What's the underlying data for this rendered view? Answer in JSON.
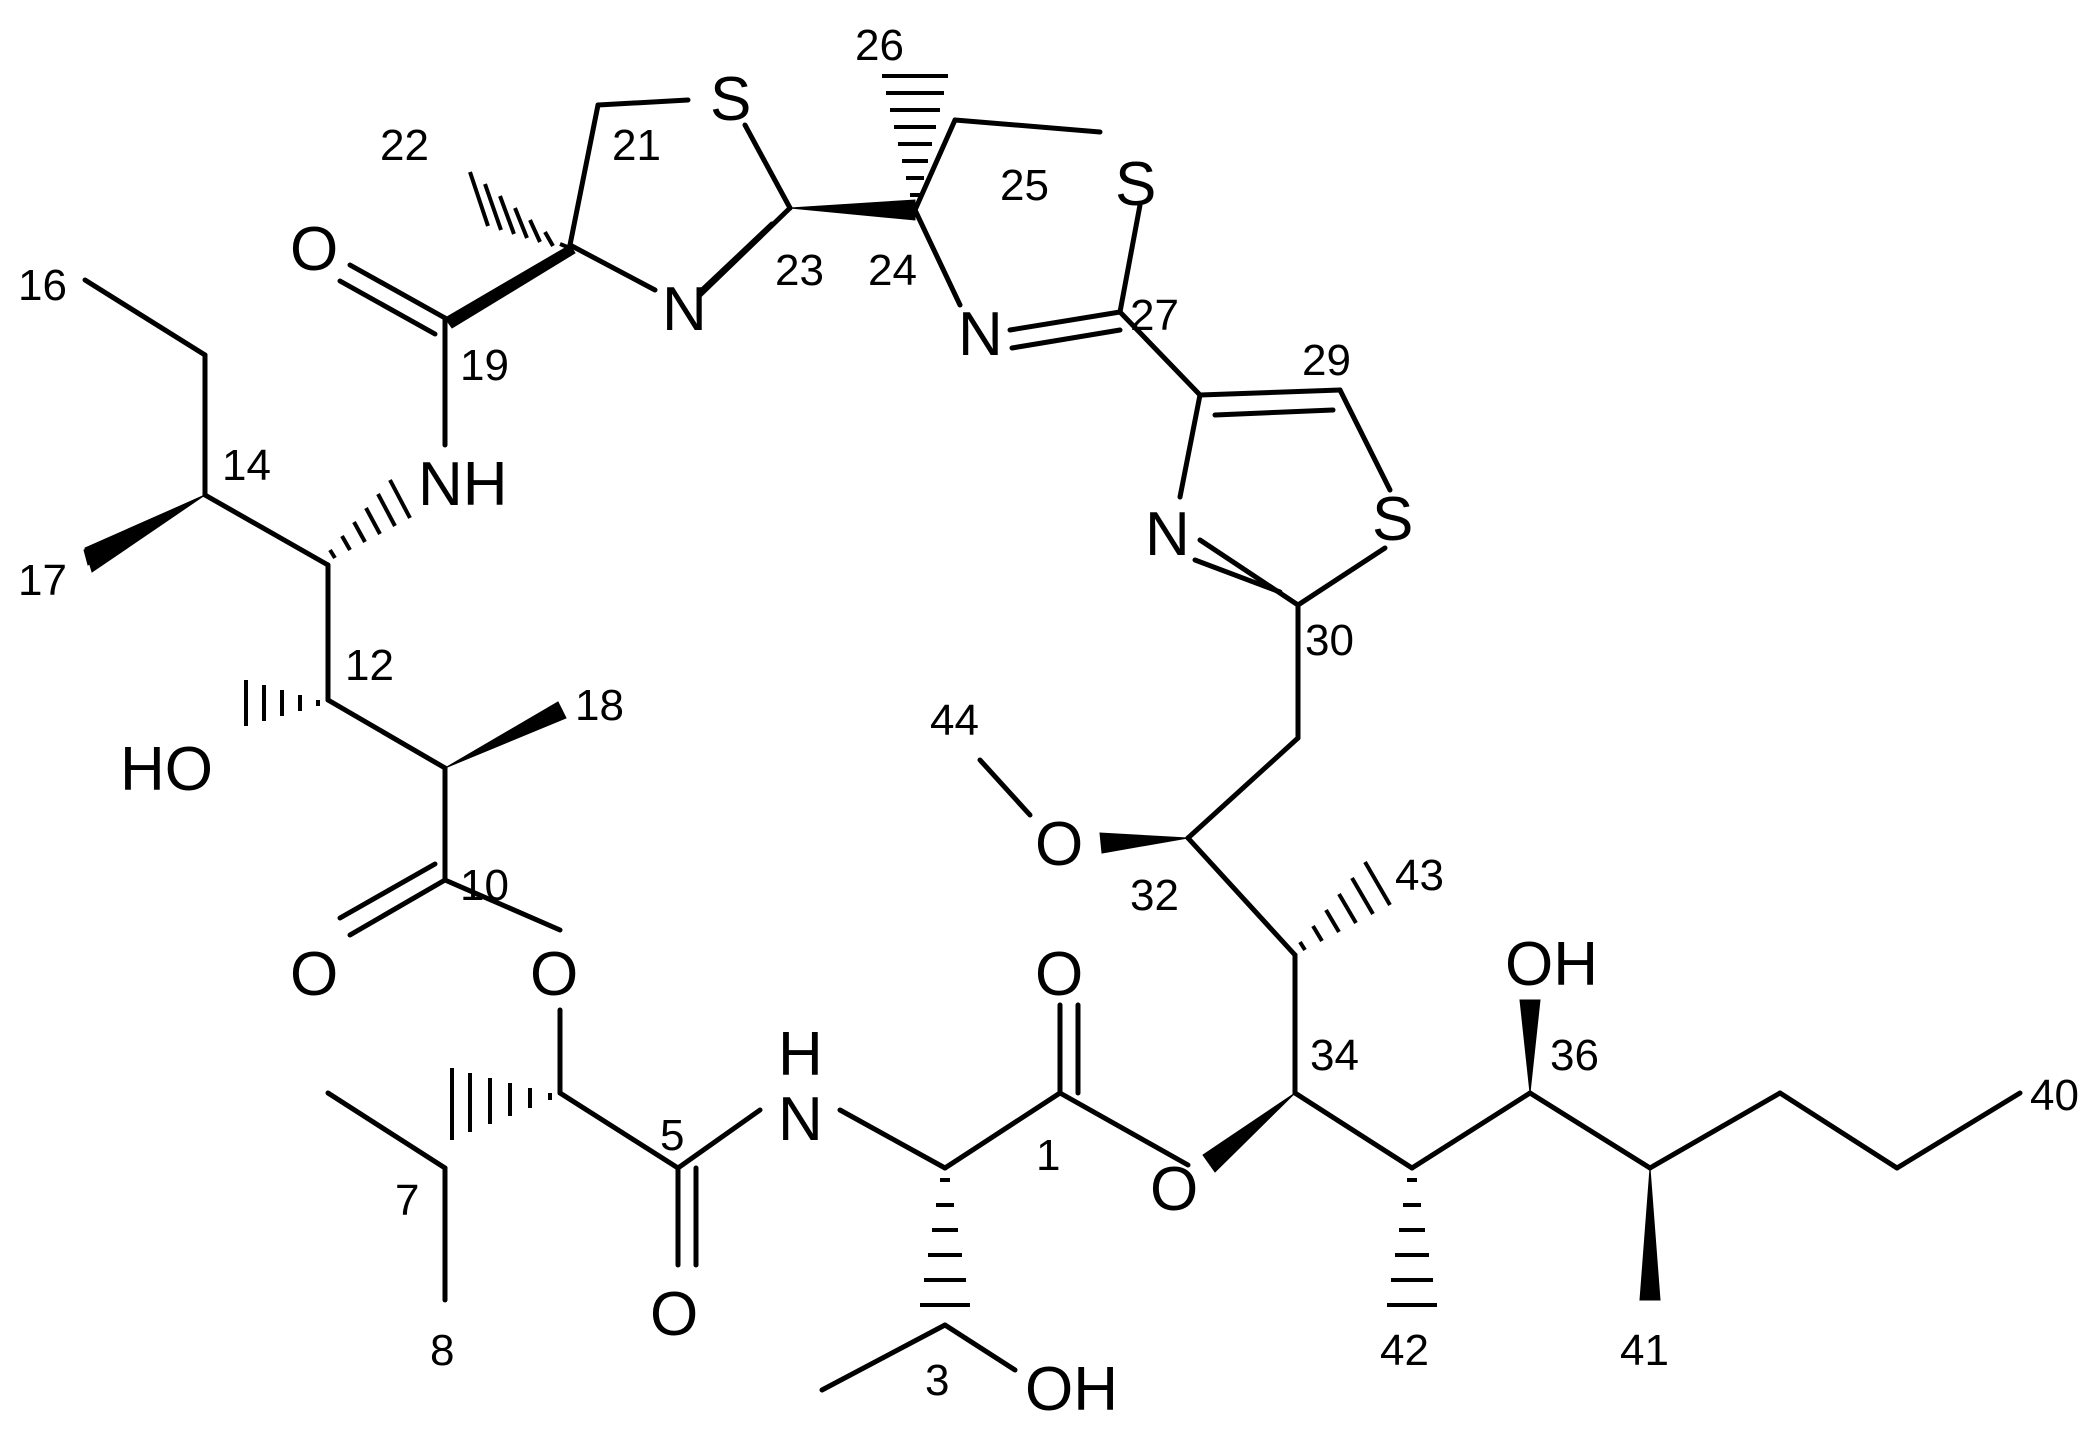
{
  "atoms": {
    "S1": "S",
    "S2": "S",
    "S3": "S",
    "N23": "N",
    "N27": "N",
    "N30": "N",
    "O19": "O",
    "NH19": "NH",
    "HO12": "HO",
    "O10a": "O",
    "O10b": "O",
    "H5": "H",
    "N5": "N",
    "O5": "O",
    "O1a": "O",
    "O1b": "O",
    "O32": "O",
    "OH36": "OH",
    "OH3": "OH"
  },
  "numbers": {
    "n1": "1",
    "n3": "3",
    "n5": "5",
    "n7": "7",
    "n8": "8",
    "n10": "10",
    "n12": "12",
    "n14": "14",
    "n16": "16",
    "n17": "17",
    "n18": "18",
    "n19": "19",
    "n21": "21",
    "n22": "22",
    "n23": "23",
    "n24": "24",
    "n25": "25",
    "n26": "26",
    "n27": "27",
    "n29": "29",
    "n30": "30",
    "n32": "32",
    "n34": "34",
    "n36": "36",
    "n40": "40",
    "n41": "41",
    "n42": "42",
    "n43": "43",
    "n44": "44"
  }
}
